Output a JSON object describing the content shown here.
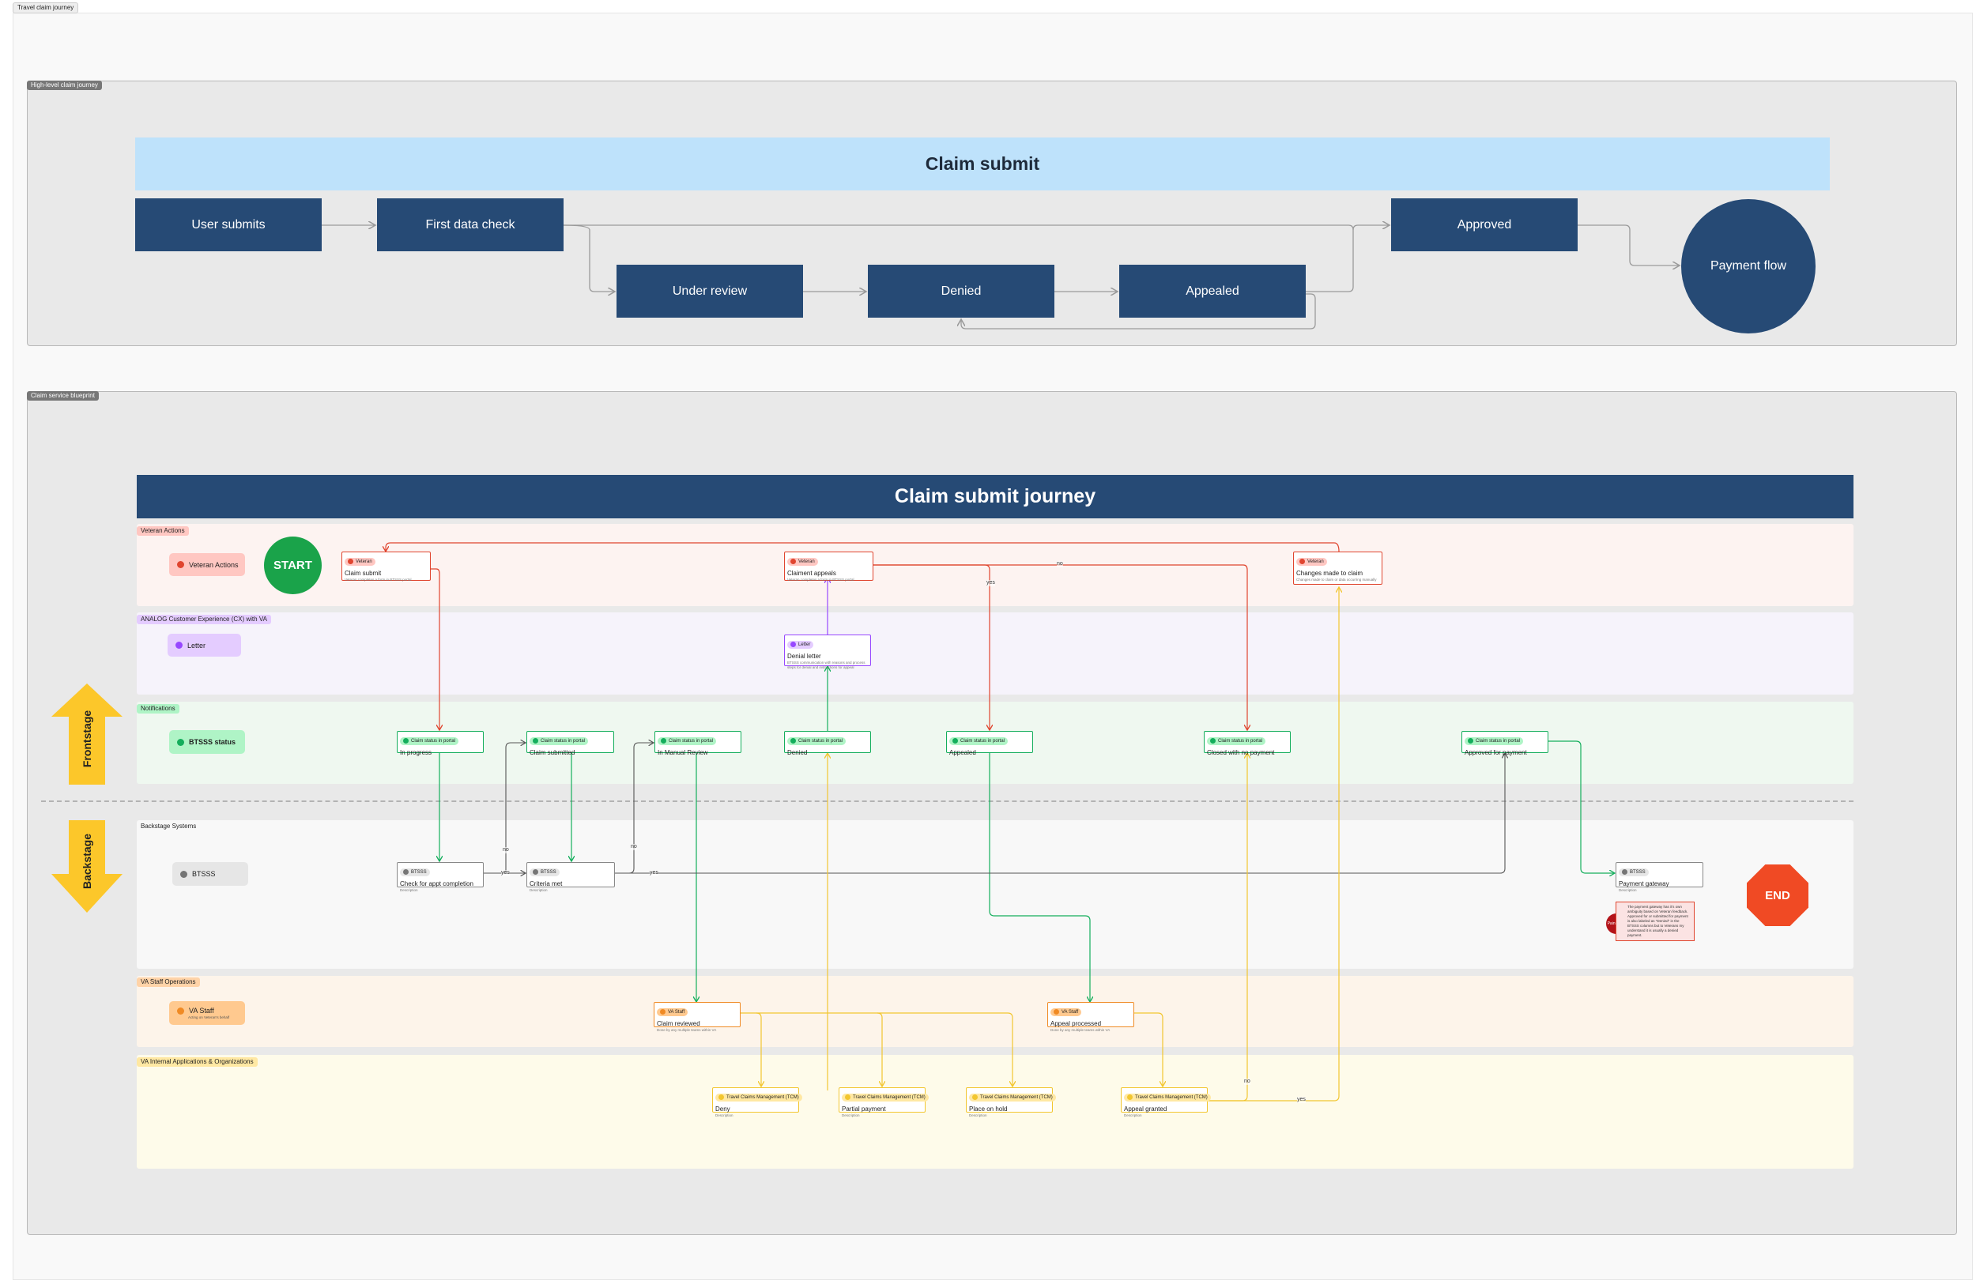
{
  "frame_label": "Travel claim journey",
  "high_level": {
    "label": "High-level claim journey",
    "banner": "Claim submit",
    "steps": {
      "user_submits": "User submits",
      "first_data_check": "First data check",
      "under_review": "Under review",
      "denied": "Denied",
      "appealed": "Appealed",
      "approved": "Approved",
      "payment_flow": "Payment flow"
    }
  },
  "blueprint": {
    "label": "Claim service blueprint",
    "banner": "Claim submit journey",
    "frontstage": "Frontstage",
    "backstage": "Backstage",
    "start": "START",
    "end": "END",
    "lanes": {
      "veteran": "Veteran Actions",
      "analog": "ANALOG Customer Experience (CX) with VA",
      "notifications": "Notifications",
      "backstage": "Backstage Systems",
      "staff": "VA Staff Operations",
      "internal": "VA Internal Applications & Organizations"
    },
    "actors": {
      "veteran": "Veteran Actions",
      "letter": "Letter",
      "btsss_status": "BTSSS status",
      "btsss": "BTSSS",
      "staff": "VA Staff",
      "staff_sub": "Acting on Veteran's behalf"
    },
    "chips": {
      "veteran": "Veteran",
      "letter": "Letter",
      "portal": "Claim status in portal",
      "btsss": "BTSSS",
      "staff": "VA Staff",
      "tcm": "Travel Claims Management (TCM)",
      "pain": "Pain Point"
    },
    "cards": {
      "claim_submit": {
        "title": "Claim submit",
        "desc": "Veteran completes a form in BTSSS portal"
      },
      "claimant_appeals": {
        "title": "Claiment appeals",
        "desc": "Veteran completes a form in BTSSS portal"
      },
      "changes": {
        "title": "Changes made to claim",
        "desc": "Changes made to claim or data occurring manually"
      },
      "denial_letter": {
        "title": "Denial letter",
        "desc": "BTSSS communication with reasons and process steps for denial and instructions for appeal"
      },
      "s_in_progress": {
        "title": "In progress"
      },
      "s_submitted": {
        "title": "Claim submitted"
      },
      "s_manual": {
        "title": "In Manual Review"
      },
      "s_denied": {
        "title": "Denied"
      },
      "s_appealed": {
        "title": "Appealed"
      },
      "s_closed": {
        "title": "Closed with no payment"
      },
      "s_approved": {
        "title": "Approved for payment"
      },
      "check_appt": {
        "title": "Check for appt completion",
        "desc": "Description"
      },
      "criteria": {
        "title": "Criteria met",
        "desc": "Description"
      },
      "gateway": {
        "title": "Payment gateway",
        "desc": "Description"
      },
      "claim_reviewed": {
        "title": "Claim reviewed",
        "desc": "Done by any multiple teams within VA"
      },
      "appeal_processed": {
        "title": "Appeal processed",
        "desc": "Done by any multiple teams within VA"
      },
      "deny": {
        "title": "Deny",
        "desc": "Description"
      },
      "partial": {
        "title": "Partial payment",
        "desc": "Description"
      },
      "hold": {
        "title": "Place on hold",
        "desc": "Description"
      },
      "appeal_granted": {
        "title": "Appeal granted",
        "desc": "Description"
      }
    },
    "pain_note": "The payment gateway has it's own ambiguity based on Veteran feedback. Approved for or submitted for payment is also labeled as \"Denied\" in the BTSSS columns but to Veterans my understand it is usually a denied payment.",
    "connector_labels": {
      "yes": "yes",
      "no": "no"
    }
  },
  "colors": {
    "navy": "#264a75",
    "banner_blue": "#bee2fb",
    "start_green": "#1aa34a",
    "end_red": "#f04a24",
    "frontstage_yellow": "#fcc72a",
    "red_line": "#e0452f",
    "green_line": "#14ae5c",
    "yellow_line": "#f2c630",
    "purple_line": "#9747ff",
    "gray_line": "#555555"
  }
}
